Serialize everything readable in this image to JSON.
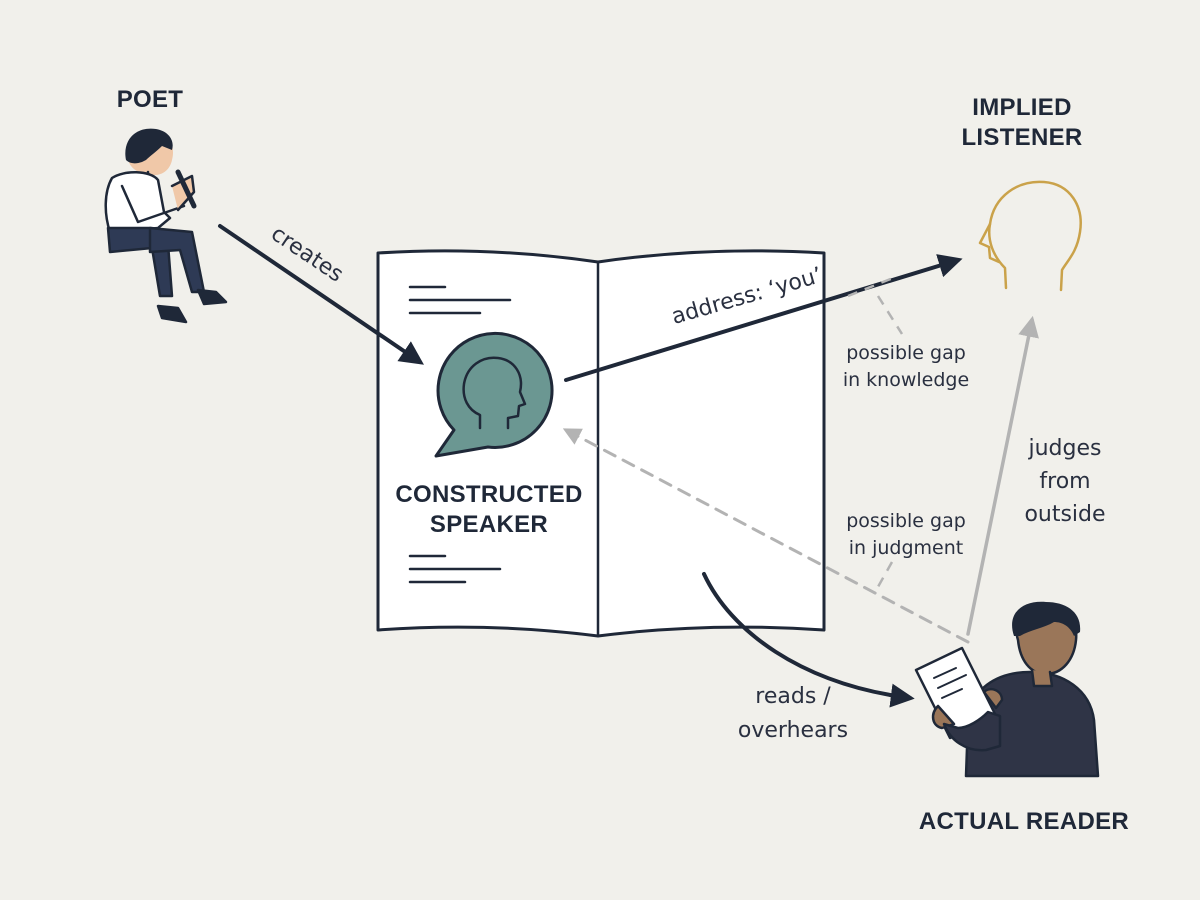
{
  "roles": {
    "poet": "POET",
    "implied_listener_1": "IMPLIED",
    "implied_listener_2": "LISTENER",
    "speaker_1": "CONSTRUCTED",
    "speaker_2": "SPEAKER",
    "reader": "ACTUAL READER"
  },
  "relations": {
    "creates": "creates",
    "address": "address: ‘you’",
    "gap_knowledge_1": "possible gap",
    "gap_knowledge_2": "in knowledge",
    "gap_judgment_1": "possible gap",
    "gap_judgment_2": "in judgment",
    "judges_1": "judges",
    "judges_2": "from",
    "judges_3": "outside",
    "reads_1": "reads /",
    "reads_2": "overhears"
  },
  "colors": {
    "ink": "#1f2838",
    "speaker_fill": "#6b9792",
    "listener_outline": "#caa24a",
    "dashed_gray": "#b3b3b3",
    "reader_skin": "#9a7659",
    "poet_skin": "#f0c8a8"
  }
}
